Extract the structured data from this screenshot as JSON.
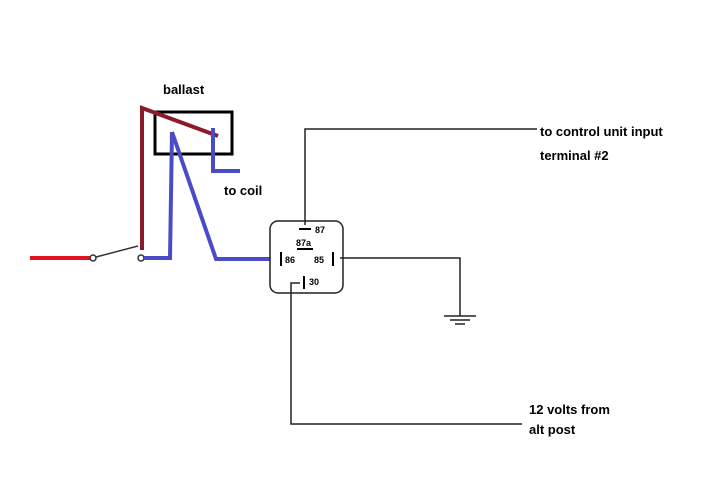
{
  "labels": {
    "ballast": "ballast",
    "to_coil": "to coil",
    "control_line1": "to control unit input",
    "control_line2": "terminal #2",
    "volts_line1": "12 volts from",
    "volts_line2": "alt post"
  },
  "relay": {
    "pins": {
      "p87": "87",
      "p87a": "87a",
      "p86": "86",
      "p85": "85",
      "p30": "30"
    }
  },
  "colors": {
    "red_wire": "#e0141e",
    "maroon_wire": "#8b1a2b",
    "blue_wire": "#4b4bc8",
    "black_wire": "#222222"
  }
}
